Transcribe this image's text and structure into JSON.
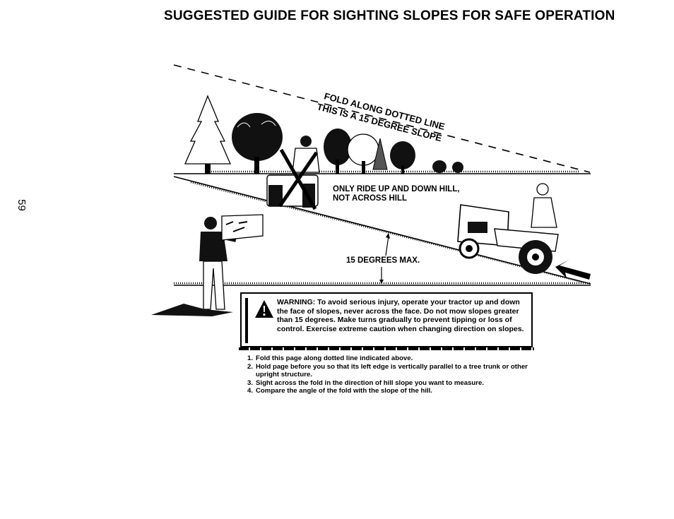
{
  "page": {
    "title": "SUGGESTED GUIDE FOR SIGHTING SLOPES FOR SAFE OPERATION",
    "page_number": "59"
  },
  "diagram": {
    "fold_label_line1": "FOLD ALONG DOTTED LINE",
    "fold_label_line2": "THIS IS A 15 DEGREE SLOPE",
    "ride_note_line1": "ONLY RIDE UP AND DOWN HILL,",
    "ride_note_line2": "NOT ACROSS HILL",
    "max_label": "15 DEGREES MAX.",
    "icons": [
      "pine-tree-icon",
      "deciduous-tree-icon",
      "person-sighting-icon",
      "tractor-up-slope-icon",
      "tractor-across-slope-crossed-icon",
      "direction-arrow-icon",
      "warning-triangle-icon"
    ]
  },
  "warning": {
    "text": "WARNING: To avoid serious injury, operate your tractor up and down the face of slopes, never across the face. Do not mow slopes greater than 15 degrees. Make turns gradually to prevent tipping or loss of control. Exercise extreme caution when changing direction on slopes."
  },
  "instructions": [
    {
      "num": "1.",
      "text": "Fold this page along dotted line indicated above."
    },
    {
      "num": "2.",
      "text": "Hold page before you so that its left edge is vertically parallel to a tree trunk or other upright structure."
    },
    {
      "num": "3.",
      "text": "Sight across the fold in the direction of hill slope you want to measure."
    },
    {
      "num": "4.",
      "text": "Compare the angle of the fold with the slope of the hill."
    }
  ]
}
